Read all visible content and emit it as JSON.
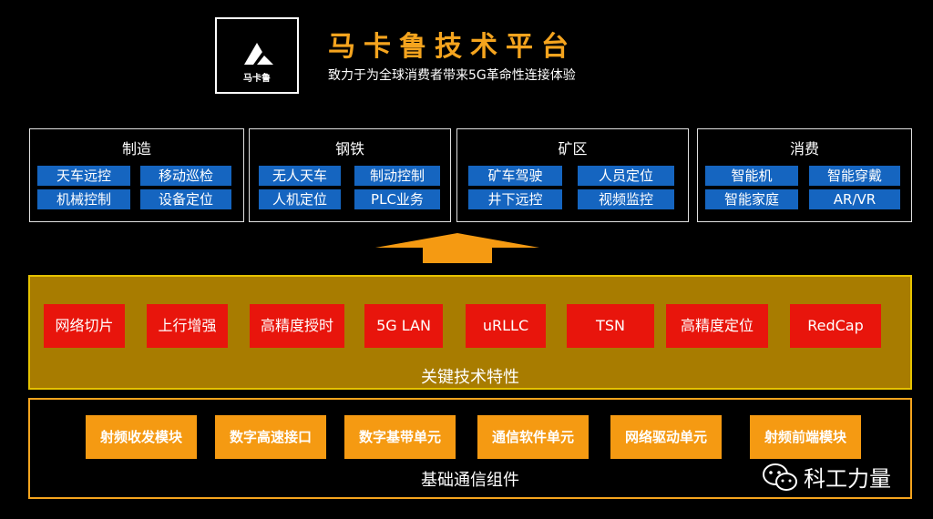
{
  "header": {
    "logo_text": "马卡鲁",
    "title": "马卡鲁技术平台",
    "subtitle": "致力于为全球消费者带来5G革命性连接体验"
  },
  "scenarios": [
    {
      "name": "制造",
      "tags": [
        "天车远控",
        "移动巡检",
        "机械控制",
        "设备定位"
      ]
    },
    {
      "name": "钢铁",
      "tags": [
        "无人天车",
        "制动控制",
        "人机定位",
        "PLC业务"
      ]
    },
    {
      "name": "矿区",
      "tags": [
        "矿车驾驶",
        "人员定位",
        "井下远控",
        "视频监控"
      ]
    },
    {
      "name": "消费",
      "tags": [
        "智能机",
        "智能穿戴",
        "智能家庭",
        "AR/VR"
      ]
    }
  ],
  "key_features": {
    "label": "关键技术特性",
    "items": [
      "网络切片",
      "上行增强",
      "高精度授时",
      "5G LAN",
      "uRLLC",
      "TSN",
      "高精度定位",
      "RedCap"
    ]
  },
  "base_components": {
    "label": "基础通信组件",
    "items": [
      "射频收发模块",
      "数字高速接口",
      "数字基带单元",
      "通信软件单元",
      "网络驱动单元",
      "射频前端模块"
    ]
  },
  "watermark": {
    "text": "科工力量",
    "icon": "wechat-icon"
  },
  "colors": {
    "background": "#000000",
    "title_accent": "#f5a41e",
    "tag_blue": "#1565c0",
    "feature_red": "#e8150c",
    "band_gold": "#a87c00",
    "component_orange": "#f59a12"
  }
}
